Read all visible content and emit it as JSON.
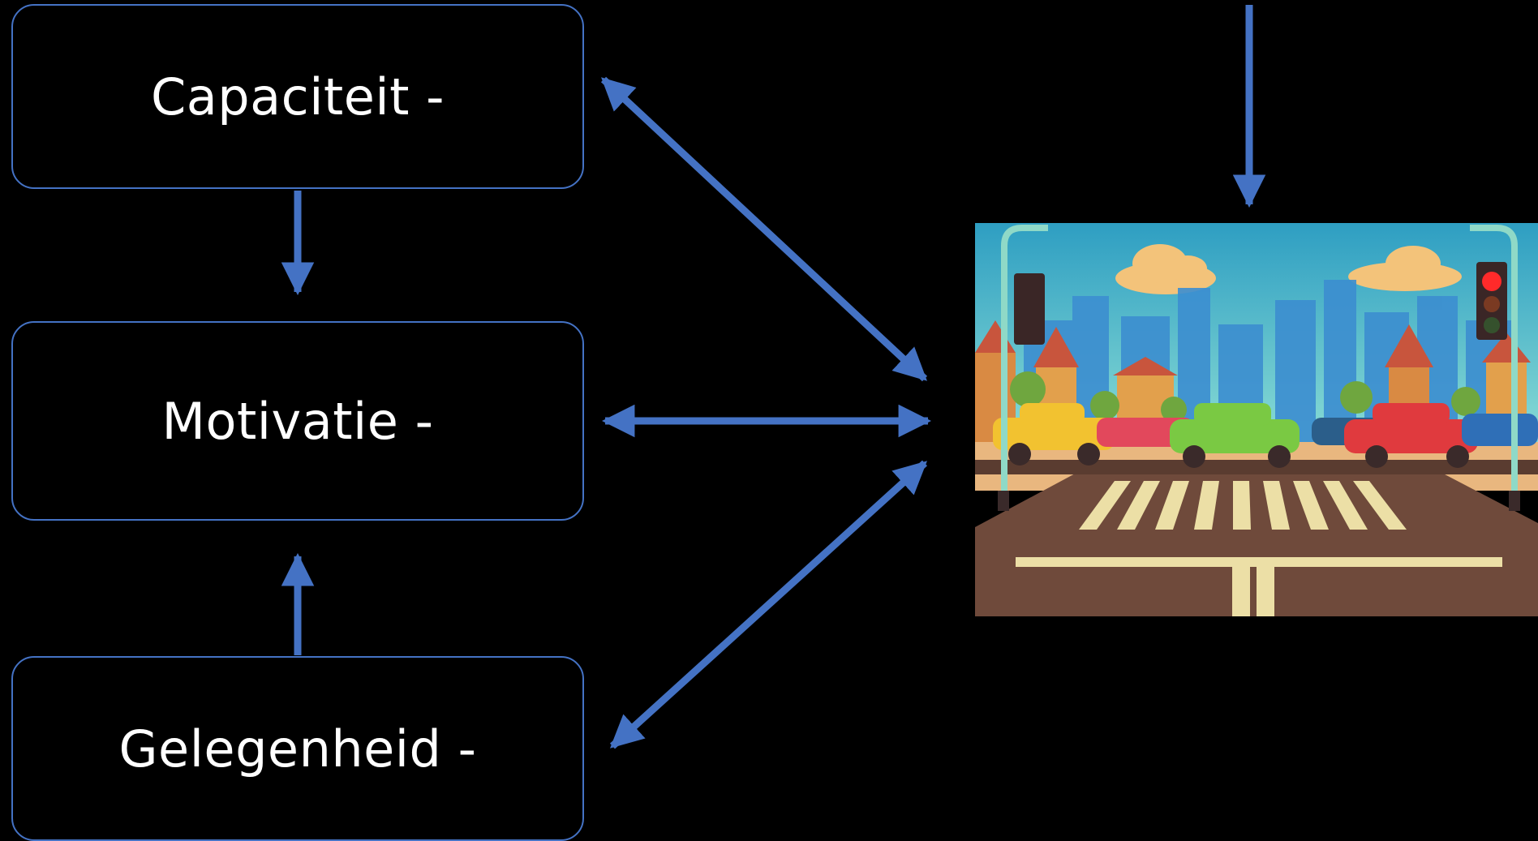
{
  "boxes": {
    "capaciteit": "Capaciteit -",
    "motivatie": "Motivatie -",
    "gelegenheid": "Gelegenheid -"
  },
  "colors": {
    "background": "#000000",
    "accent": "#4472c4",
    "text": "#ffffff"
  },
  "illustration": {
    "subject": "cartoon city street crossing with traffic lights, cars and zebra crossing",
    "icon": "traffic-scene-illustration"
  }
}
